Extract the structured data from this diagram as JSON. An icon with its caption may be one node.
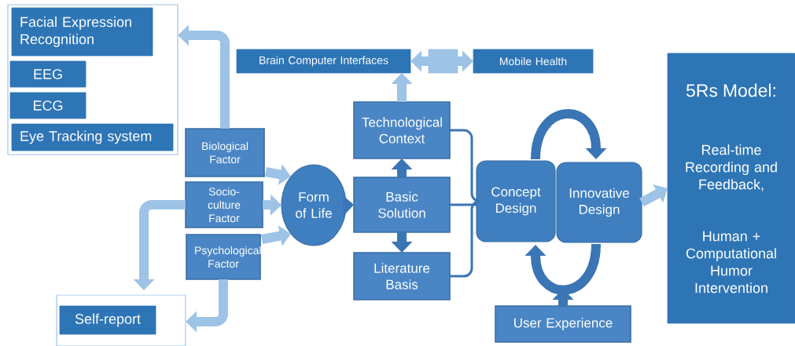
{
  "diagram": {
    "nodes": [
      {
        "text": [],
        "shape": "box"
      },
      {
        "text": [
          "Facial Expression Recognition"
        ],
        "in": 0
      },
      {
        "text": [
          "EEG"
        ],
        "in": 0
      },
      {
        "text": [
          "ECG"
        ],
        "in": 0
      },
      {
        "text": [
          "Eye Tracking system"
        ],
        "in": 0
      },
      {
        "text": [],
        "shape": "box"
      },
      {
        "text": [
          "Self-report"
        ],
        "in": 5
      },
      {
        "text": [
          "Biological Factor"
        ]
      },
      {
        "text": [
          "Socio-culture Factor"
        ]
      },
      {
        "text": [
          "Psychological Factor"
        ]
      },
      {
        "text": [
          "Form of Life"
        ]
      },
      {
        "text": [
          "Brain Computer Interfaces"
        ]
      },
      {
        "text": [],
        "shape": "box"
      },
      {
        "text": [
          "Mobile Health"
        ]
      },
      {
        "text": [
          "Technological Context"
        ]
      },
      {
        "text": [
          "Basic Solution"
        ]
      },
      {
        "text": [
          "Literature Basis"
        ]
      },
      {
        "text": [
          "Concept Design"
        ]
      },
      {
        "text": [
          "Innovative Design"
        ]
      },
      {
        "text": [
          "User Experience"
        ]
      },
      {
        "text": [
          "5Rs Model:",
          "Real-time Recording and Feedback,",
          "Human + Computational Humor Intervention"
        ]
      }
    ],
    "edges": [
      {
        "from": 7,
        "to": 0,
        "arrow": "to"
      },
      {
        "from": 8,
        "to": 5,
        "arrow": "to"
      },
      {
        "from": 9,
        "to": 5,
        "arrow": "to"
      },
      {
        "from": 7,
        "to": 10,
        "arrow": "to"
      },
      {
        "from": 8,
        "to": 10,
        "arrow": "to"
      },
      {
        "from": 9,
        "to": 10,
        "arrow": "to"
      },
      {
        "from": 10,
        "to": 15,
        "arrow": "to",
        "color": "#3a75b5"
      },
      {
        "from": 15,
        "to": 14,
        "arrow": "to",
        "color": "#3a75b5"
      },
      {
        "from": 15,
        "to": 16,
        "arrow": "to",
        "color": "#3a75b5"
      },
      {
        "from": 14,
        "to": 11,
        "arrow": "to"
      },
      {
        "from": 12,
        "to": 11,
        "arrow": "to"
      },
      {
        "from": 12,
        "to": 13,
        "arrow": "to"
      },
      {
        "from": 14,
        "to": 17,
        "arrow": "none",
        "color": "#3a75b5"
      },
      {
        "from": 15,
        "to": 17,
        "arrow": "none",
        "color": "#3a75b5"
      },
      {
        "from": 16,
        "to": 17,
        "arrow": "none",
        "color": "#3a75b5"
      },
      {
        "from": 17,
        "to": 18,
        "arrow": "to",
        "color": "#3a75b5"
      },
      {
        "from": 18,
        "to": 17,
        "arrow": "to",
        "color": "#3a75b5"
      },
      {
        "from": 19,
        "to": null,
        "arrow": "to",
        "color": "#3a75b5"
      },
      {
        "from": 18,
        "to": 20,
        "arrow": "to"
      }
    ]
  }
}
